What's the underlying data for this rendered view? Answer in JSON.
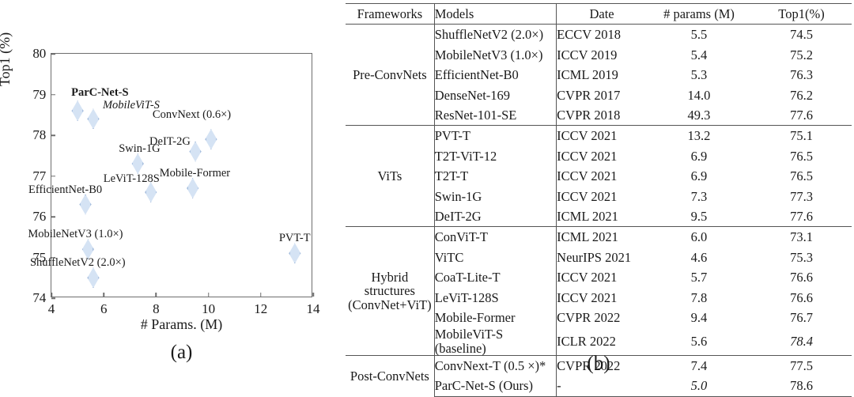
{
  "figure": {
    "caption_a": "(a)",
    "caption_b": "(b)"
  },
  "chart_data": {
    "type": "scatter",
    "title": "",
    "xlabel": "# Params. (M)",
    "ylabel": "Top1 (%)",
    "xlim": [
      4,
      14
    ],
    "ylim": [
      74,
      80
    ],
    "xticks": [
      "4",
      "6",
      "8",
      "10",
      "12",
      "14"
    ],
    "yticks": [
      "74",
      "75",
      "76",
      "77",
      "78",
      "79",
      "80"
    ],
    "grid": false,
    "legend": "none",
    "marker": "diamond",
    "marker_fill": "#d5e3f4",
    "marker_edge": "#7e9fcd",
    "points": [
      {
        "label": "ParC-Net-S",
        "x": 5.0,
        "y": 78.6,
        "style": "bold",
        "lx": -8,
        "ly": -30
      },
      {
        "label": "MobileViT-S",
        "x": 5.6,
        "y": 78.4,
        "style": "italic",
        "lx": 12,
        "ly": -24
      },
      {
        "label": "ConvNext (0.6×)",
        "x": 10.1,
        "y": 77.9,
        "style": "normal",
        "lx": -74,
        "ly": -38
      },
      {
        "label": "DeIT-2G",
        "x": 9.5,
        "y": 77.6,
        "style": "normal",
        "lx": -58,
        "ly": -20
      },
      {
        "label": "Swin-1G",
        "x": 7.3,
        "y": 77.3,
        "style": "normal",
        "lx": -24,
        "ly": -26
      },
      {
        "label": "Mobile-Former",
        "x": 9.4,
        "y": 76.7,
        "style": "normal",
        "lx": -42,
        "ly": -26
      },
      {
        "label": "LeViT-128S",
        "x": 7.8,
        "y": 76.6,
        "style": "normal",
        "lx": -60,
        "ly": -24
      },
      {
        "label": "EfficientNet-B0",
        "x": 5.3,
        "y": 76.3,
        "style": "normal",
        "lx": -72,
        "ly": -26
      },
      {
        "label": "MobileNetV3 (1.0×)",
        "x": 5.4,
        "y": 75.2,
        "style": "normal",
        "lx": -76,
        "ly": -26
      },
      {
        "label": "ShuffleNetV2 (2.0×)",
        "x": 5.6,
        "y": 74.5,
        "style": "normal",
        "lx": -80,
        "ly": -26
      },
      {
        "label": "PVT-T",
        "x": 13.3,
        "y": 75.1,
        "style": "normal",
        "lx": -20,
        "ly": -26
      }
    ]
  },
  "table": {
    "headers": [
      "Frameworks",
      "Models",
      "Date",
      "# params (M)",
      "Top1(%)"
    ],
    "groups": [
      {
        "framework": "Pre-ConvNets",
        "framework_lines": [
          "Pre-ConvNets"
        ],
        "rows": [
          {
            "model": "ShuffleNetV2 (2.0×)",
            "date": "ECCV 2018",
            "params": "5.5",
            "top1": "74.5"
          },
          {
            "model": "MobileNetV3 (1.0×)",
            "date": "ICCV 2019",
            "params": "5.4",
            "top1": "75.2"
          },
          {
            "model": "EfficientNet-B0",
            "date": "ICML 2019",
            "params": "5.3",
            "top1": "76.3"
          },
          {
            "model": "DenseNet-169",
            "date": "CVPR 2017",
            "params": "14.0",
            "top1": "76.2"
          },
          {
            "model": "ResNet-101-SE",
            "date": "CVPR 2018",
            "params": "49.3",
            "top1": "77.6"
          }
        ]
      },
      {
        "framework": "ViTs",
        "framework_lines": [
          "ViTs"
        ],
        "rows": [
          {
            "model": "PVT-T",
            "date": "ICCV 2021",
            "params": "13.2",
            "top1": "75.1"
          },
          {
            "model": "T2T-ViT-12",
            "date": "ICCV 2021",
            "params": "6.9",
            "top1": "76.5"
          },
          {
            "model": "T2T-T",
            "date": "ICCV 2021",
            "params": "6.9",
            "top1": "76.5"
          },
          {
            "model": "Swin-1G",
            "date": "ICCV 2021",
            "params": "7.3",
            "top1": "77.3"
          },
          {
            "model": "DeIT-2G",
            "date": "ICML 2021",
            "params": "9.5",
            "top1": "77.6"
          }
        ]
      },
      {
        "framework": "Hybrid structures (ConvNet+ViT)",
        "framework_lines": [
          "Hybrid structures",
          "(ConvNet+ViT)"
        ],
        "rows": [
          {
            "model": "ConViT-T",
            "date": "ICML 2021",
            "params": "6.0",
            "top1": "73.1"
          },
          {
            "model": "ViTC",
            "date": "NeurIPS 2021",
            "params": "4.6",
            "top1": "75.3",
            "params_style": "bold"
          },
          {
            "model": "CoaT-Lite-T",
            "date": "ICCV 2021",
            "params": "5.7",
            "top1": "76.6"
          },
          {
            "model": "LeViT-128S",
            "date": "ICCV 2021",
            "params": "7.8",
            "top1": "76.6"
          },
          {
            "model": "Mobile-Former",
            "date": "CVPR 2022",
            "params": "9.4",
            "top1": "76.7"
          },
          {
            "model": "MobileViT-S (baseline)",
            "date": "ICLR 2022",
            "params": "5.6",
            "top1": "78.4",
            "top1_style": "italic"
          }
        ]
      },
      {
        "framework": "Post-ConvNets",
        "framework_lines": [
          "Post-ConvNets"
        ],
        "rows": [
          {
            "model": "ConvNext-T (0.5 ×)*",
            "date": "CVPR 2022",
            "params": "7.4",
            "top1": "77.5"
          },
          {
            "model": "ParC-Net-S  (Ours)",
            "date": "-",
            "params": "5.0",
            "top1": "78.6",
            "params_style": "italic",
            "top1_style": "bold"
          }
        ]
      }
    ]
  }
}
